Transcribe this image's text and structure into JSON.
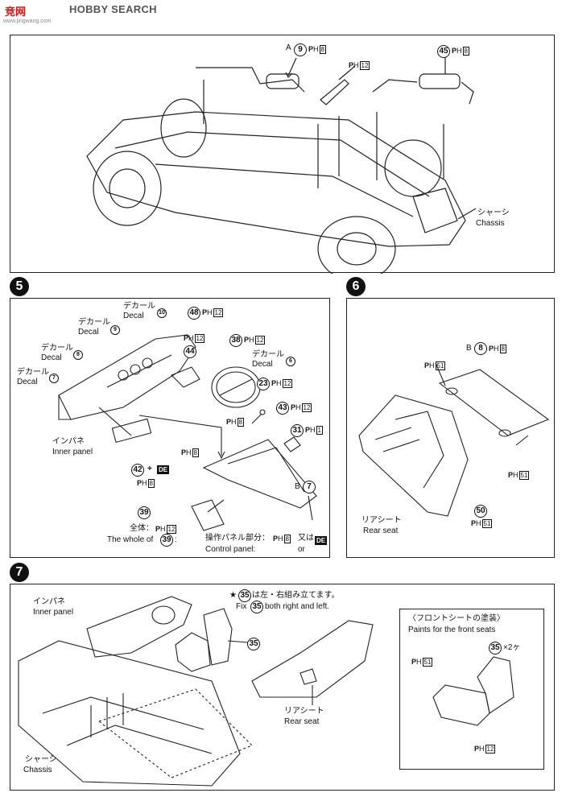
{
  "watermark": {
    "brand": "竞网",
    "brand_latin": "HOBBY SEARCH",
    "site": "www.jingwang.com"
  },
  "step4": {
    "label_a": "A",
    "part_a": "9",
    "paint_a": "8",
    "paint_mid": "12",
    "part_right": "45",
    "paint_right": "8",
    "chassis_jp": "シャーシ",
    "chassis_en": "Chassis"
  },
  "step5": {
    "number": "5",
    "decal10_jp": "デカール",
    "decal10_en": "Decal",
    "decal10_no": "10",
    "decal9_jp": "デカール",
    "decal9_en": "Decal",
    "decal9_no": "9",
    "decal8_jp": "デカール",
    "decal8_en": "Decal",
    "decal8_no": "8",
    "decal7_jp": "デカール",
    "decal7_en": "Decal",
    "decal7_no": "7",
    "decal6_jp": "デカール",
    "decal6_en": "Decal",
    "decal6_no": "6",
    "p48": "48",
    "p48_paint": "12",
    "p44": "44",
    "p44_paint": "12",
    "p38": "38",
    "p38_paint": "12",
    "p23": "23",
    "p23_paint": "12",
    "p43": "43",
    "p43_paint": "12",
    "p31": "31",
    "p31_paint": "1",
    "lever_paint": "8",
    "b7_label": "B",
    "b7_no": "7",
    "tray_paint": "8",
    "inner_jp": "インパネ",
    "inner_en": "Inner panel",
    "p42": "42",
    "p42_plus": "+",
    "p42_de": "DE",
    "p42_paint": "8",
    "p39": "39",
    "whole_jp": "全体：",
    "whole_paint": "12",
    "whole_en": "The whole of",
    "whole_no": "39",
    "whole_colon": ":",
    "control_jp": "操作パネル部分：",
    "control_paint": "8",
    "control_or_jp": "又は",
    "control_de": "DE",
    "control_en": "Control panel:",
    "control_or_en": "or"
  },
  "step6": {
    "number": "6",
    "b8_label": "B",
    "b8_no": "8",
    "b8_paint": "8",
    "paint_51a": "51",
    "paint_51b": "51",
    "rear_jp": "リアシート",
    "rear_en": "Rear seat",
    "p50": "50",
    "p50_paint": "51"
  },
  "step7": {
    "number": "7",
    "inner_jp": "インパネ",
    "inner_en": "Inner panel",
    "note_jp_star": "★",
    "note_no": "35",
    "note_jp": "は左・右組み立てます。",
    "note_en_fix": "Fix",
    "note_en": "both right and left.",
    "p35": "35",
    "rear_jp": "リアシート",
    "rear_en": "Rear seat",
    "chassis_jp": "シャーシ",
    "chassis_en": "Chassis",
    "box_title_jp": "〈フロントシートの塗装〉",
    "box_title_en": "Paints for the front seats",
    "box_part": "35",
    "box_qty": "×2ヶ",
    "box_paint_a": "51",
    "box_paint_b": "12"
  }
}
